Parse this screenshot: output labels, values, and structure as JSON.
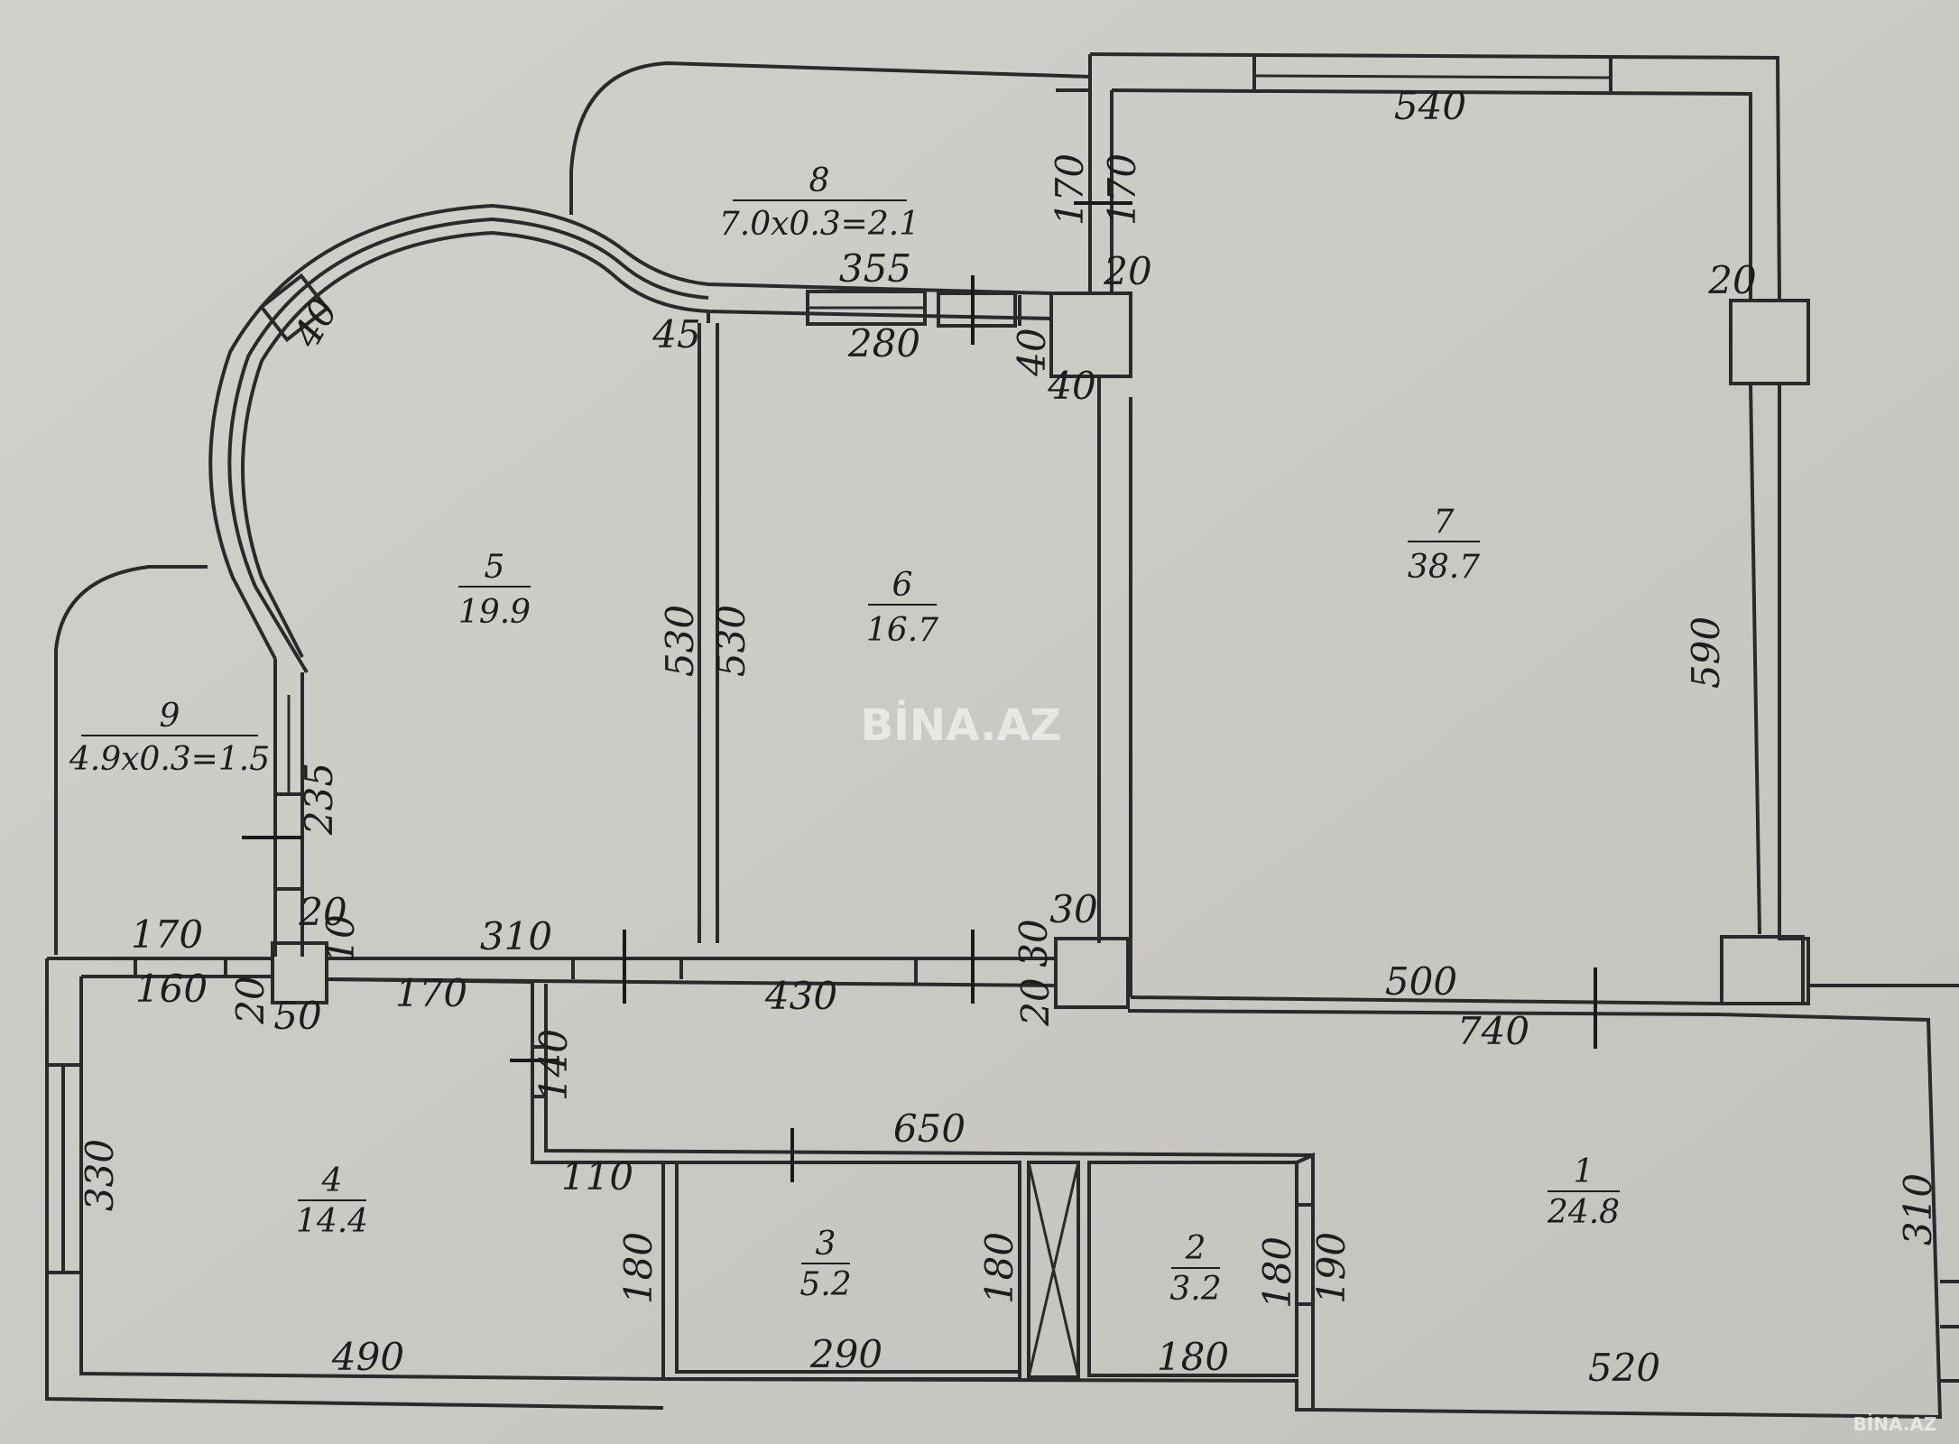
{
  "rooms": [
    {
      "number": "1",
      "area": "24.8"
    },
    {
      "number": "2",
      "area": "3.2"
    },
    {
      "number": "3",
      "area": "5.2"
    },
    {
      "number": "4",
      "area": "14.4"
    },
    {
      "number": "5",
      "area": "19.9"
    },
    {
      "number": "6",
      "area": "16.7"
    },
    {
      "number": "7",
      "area": "38.7"
    },
    {
      "number": "8",
      "area": "7.0x0.3=2.1"
    },
    {
      "number": "9",
      "area": "4.9x0.3=1.5"
    }
  ],
  "dimensions": [
    "540",
    "170",
    "170",
    "355",
    "20",
    "280",
    "40",
    "40",
    "45",
    "20",
    "40",
    "530",
    "530",
    "590",
    "235",
    "170",
    "160",
    "20",
    "310",
    "20",
    "10",
    "50",
    "170",
    "430",
    "30",
    "30",
    "20",
    "500",
    "740",
    "140",
    "650",
    "110",
    "330",
    "180",
    "180",
    "180",
    "190",
    "310",
    "490",
    "290",
    "180",
    "520"
  ],
  "watermark": "BİNA.AZ",
  "watermark_small": "BİNA.AZ"
}
